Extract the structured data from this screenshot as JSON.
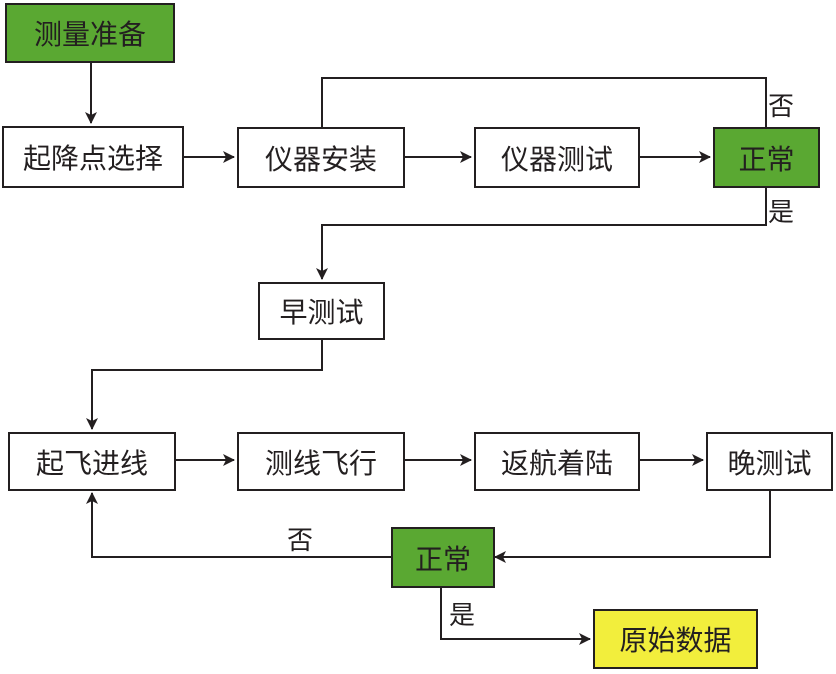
{
  "nodes": {
    "survey_prep": "测量准备",
    "takeoff_site": "起降点选择",
    "install": "仪器安装",
    "test": "仪器测试",
    "normal_1": "正常",
    "morning_test": "早测试",
    "takeoff": "起飞进线",
    "survey_flight": "测线飞行",
    "return_land": "返航着陆",
    "evening_test": "晚测试",
    "normal_2": "正常",
    "raw_data": "原始数据"
  },
  "edge_labels": {
    "no_1": "否",
    "yes_1": "是",
    "no_2": "否",
    "yes_2": "是"
  },
  "colors": {
    "decision_fill": "#5aa832",
    "output_fill": "#f2ee3c",
    "line": "#231f20"
  }
}
